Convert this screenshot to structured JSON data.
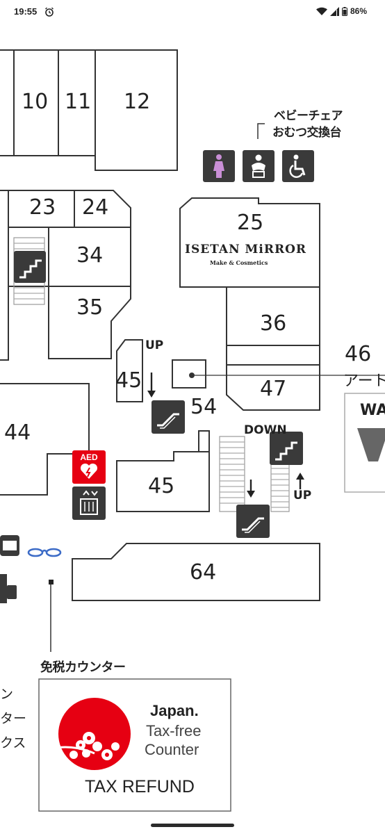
{
  "status_bar": {
    "time": "19:55",
    "battery": "86%"
  },
  "map": {
    "shops": {
      "s10": "10",
      "s11": "11",
      "s12": "12",
      "s23": "23",
      "s24": "24",
      "s25": "25",
      "s34": "34",
      "s35": "35",
      "s36": "36",
      "s44": "44",
      "s45a": "45",
      "s45b": "45",
      "s46": "46",
      "s47": "47",
      "s54": "54",
      "s64": "64"
    },
    "isetan_mirror": {
      "name": "ISETAN MiRROR",
      "sub": "Make & Cosmetics"
    },
    "baby": {
      "line1": "ベビーチェア",
      "line2": "おむつ交換台"
    },
    "art_label": "アート",
    "up_label": "UP",
    "down_label": "DOWN",
    "aed_label": "AED",
    "partial_sign_letters": "WA",
    "tax_counter": {
      "label": "免税カウンター",
      "brand": "Japan.",
      "line1": "Tax-free",
      "line2": "Counter",
      "refund": "TAX REFUND"
    },
    "left_fragments": {
      "f1": "ン",
      "f2": "ター",
      "f3": "クス"
    }
  }
}
